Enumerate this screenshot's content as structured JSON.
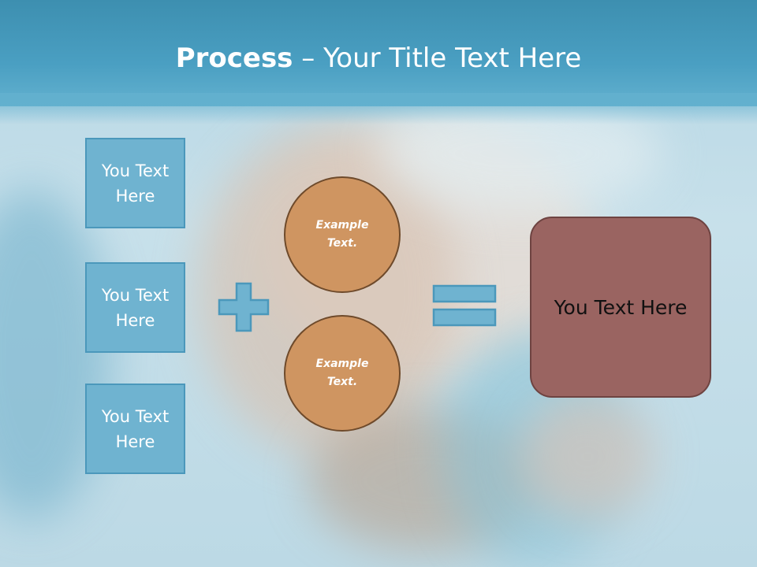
{
  "slide": {
    "title_bold": "Process",
    "title_rest": " – Your Title Text Here"
  },
  "left_boxes": [
    {
      "label": "You Text Here"
    },
    {
      "label": "You Text Here"
    },
    {
      "label": "You Text Here"
    }
  ],
  "circles": [
    {
      "label": "Example Text."
    },
    {
      "label": "Example Text."
    }
  ],
  "result": {
    "label": "You Text Here"
  },
  "icons": {
    "plus": "plus-icon",
    "equals": "equals-icon"
  },
  "colors": {
    "header": "#4a9fc2",
    "box_fill": "#6fb3d0",
    "circle_fill": "#cf9561",
    "result_fill": "#9a6461"
  }
}
